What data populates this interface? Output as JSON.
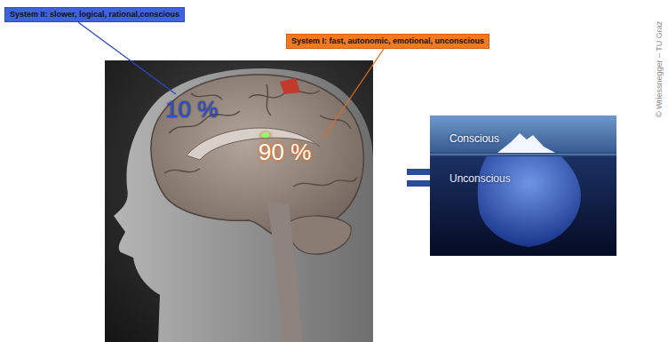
{
  "diagram": {
    "nodes": [
      {
        "text": [
          "System II: slower, logical, rational,conscious"
        ]
      },
      {
        "text": [
          "System I: fast, autonomic, emotional, unconscious"
        ]
      },
      {
        "text": [
          "Conscious",
          "Unconscious"
        ]
      }
    ],
    "labels": [
      "10 %",
      "90 %",
      "© Wriessnegger – TU Graz"
    ]
  }
}
